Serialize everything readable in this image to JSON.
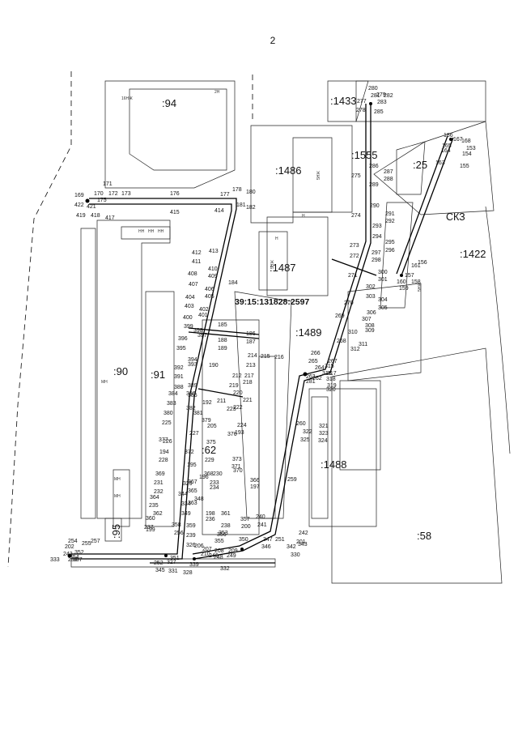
{
  "page": {
    "number": "2"
  },
  "labels": {
    "parcels": [
      ":94",
      ":1486",
      ":1555",
      ":25",
      ":1487",
      ":1422",
      ":1489",
      ":90",
      ":91",
      ":62",
      ":1488",
      ":58",
      ":95",
      ":1433"
    ],
    "cadastral_number": "39:15:131828:2597",
    "zone": "СКЗ",
    "building_notes": [
      "16НЖ",
      "5НЖ",
      "5НЖ",
      "5НЖ",
      "НН",
      "НН",
      "НН",
      "МН",
      "МН",
      "МН",
      "2Н",
      "Н",
      "Н"
    ]
  },
  "points": [
    "280",
    "279",
    "281",
    "282",
    "277",
    "283",
    "278",
    "285",
    "186",
    "167",
    "168",
    "165",
    "153",
    "164",
    "154",
    "163",
    "155",
    "286",
    "287",
    "275",
    "288",
    "289",
    "290",
    "291",
    "274",
    "292",
    "293",
    "294",
    "273",
    "295",
    "296",
    "272",
    "297",
    "298",
    "161",
    "156",
    "300",
    "271",
    "301",
    "157",
    "158",
    "160",
    "159",
    "302",
    "303",
    "304",
    "305",
    "270",
    "306",
    "269",
    "307",
    "308",
    "310",
    "309",
    "268",
    "311",
    "266",
    "312",
    "265",
    "267",
    "315",
    "264",
    "317",
    "316",
    "263",
    "262",
    "318",
    "319",
    "281",
    "320",
    "260",
    "321",
    "322",
    "323",
    "325",
    "324",
    "259",
    "171",
    "170",
    "172",
    "173",
    "176",
    "177",
    "178",
    "180",
    "169",
    "175",
    "181",
    "182",
    "422",
    "421",
    "415",
    "414",
    "419",
    "418",
    "417",
    "412",
    "413",
    "411",
    "410",
    "408",
    "409",
    "184",
    "407",
    "406",
    "405",
    "404",
    "402",
    "403",
    "401",
    "400",
    "185",
    "399",
    "398",
    "186",
    "187",
    "188",
    "189",
    "397",
    "396",
    "214",
    "215",
    "216",
    "395",
    "190",
    "213",
    "217",
    "394",
    "212",
    "218",
    "392",
    "393",
    "391",
    "219",
    "388",
    "389",
    "386",
    "220",
    "384",
    "385",
    "221",
    "383",
    "192",
    "211",
    "222",
    "380",
    "382",
    "223",
    "381",
    "224",
    "225",
    "379",
    "193",
    "376",
    "226",
    "227",
    "377",
    "375",
    "194",
    "372",
    "373",
    "228",
    "229",
    "371",
    "195",
    "370",
    "230",
    "369",
    "368",
    "231",
    "367",
    "196",
    "366",
    "232",
    "233",
    "365",
    "197",
    "234",
    "364",
    "235",
    "363",
    "362",
    "198",
    "361",
    "360",
    "236",
    "237",
    "359",
    "238",
    "358",
    "199",
    "239",
    "356",
    "357",
    "240",
    "255",
    "256",
    "353",
    "200",
    "241",
    "242",
    "254",
    "257",
    "326",
    "354",
    "355",
    "201",
    "202",
    "243",
    "352",
    "253",
    "327",
    "351",
    "350",
    "347",
    "346",
    "343",
    "342",
    "252",
    "331",
    "332",
    "328",
    "330",
    "345",
    "339",
    "333",
    "337",
    "329",
    "344",
    "334",
    "349",
    "348",
    "205",
    "206",
    "207",
    "208",
    "209",
    "210",
    "246",
    "248",
    "249",
    "251",
    "244",
    "245",
    "247",
    "250",
    "258"
  ]
}
